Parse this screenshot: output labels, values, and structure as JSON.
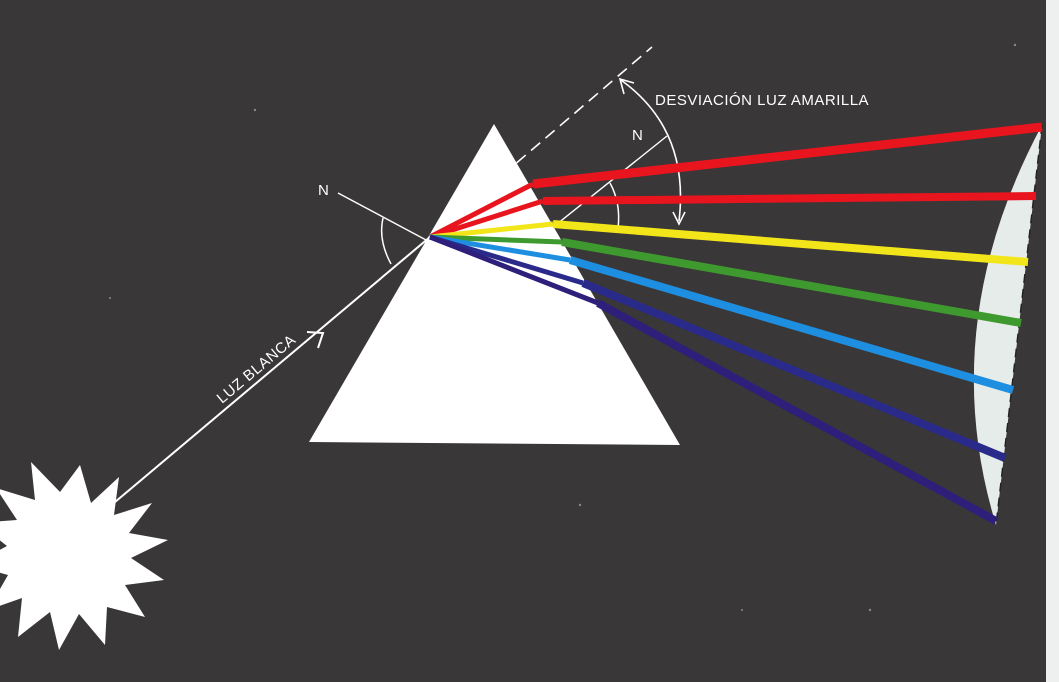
{
  "labels": {
    "deviation": "DESVIACIÓN LUZ AMARILLA",
    "normal_entry": "N",
    "normal_exit": "N",
    "white_light": "LUZ BLANCA"
  },
  "colors": {
    "background": "#3a3738",
    "prism": "#ffffff",
    "screen": "#e6ecea",
    "white_ray": "#ffffff",
    "spectrum": [
      "#e8141e",
      "#e8141e",
      "#f2e61a",
      "#3e9a2e",
      "#1e8fe0",
      "#2a2a8a",
      "#2d1f7a"
    ]
  },
  "icons": {
    "light_source": "sun-burst-icon",
    "arrow": "arrow-icon"
  }
}
